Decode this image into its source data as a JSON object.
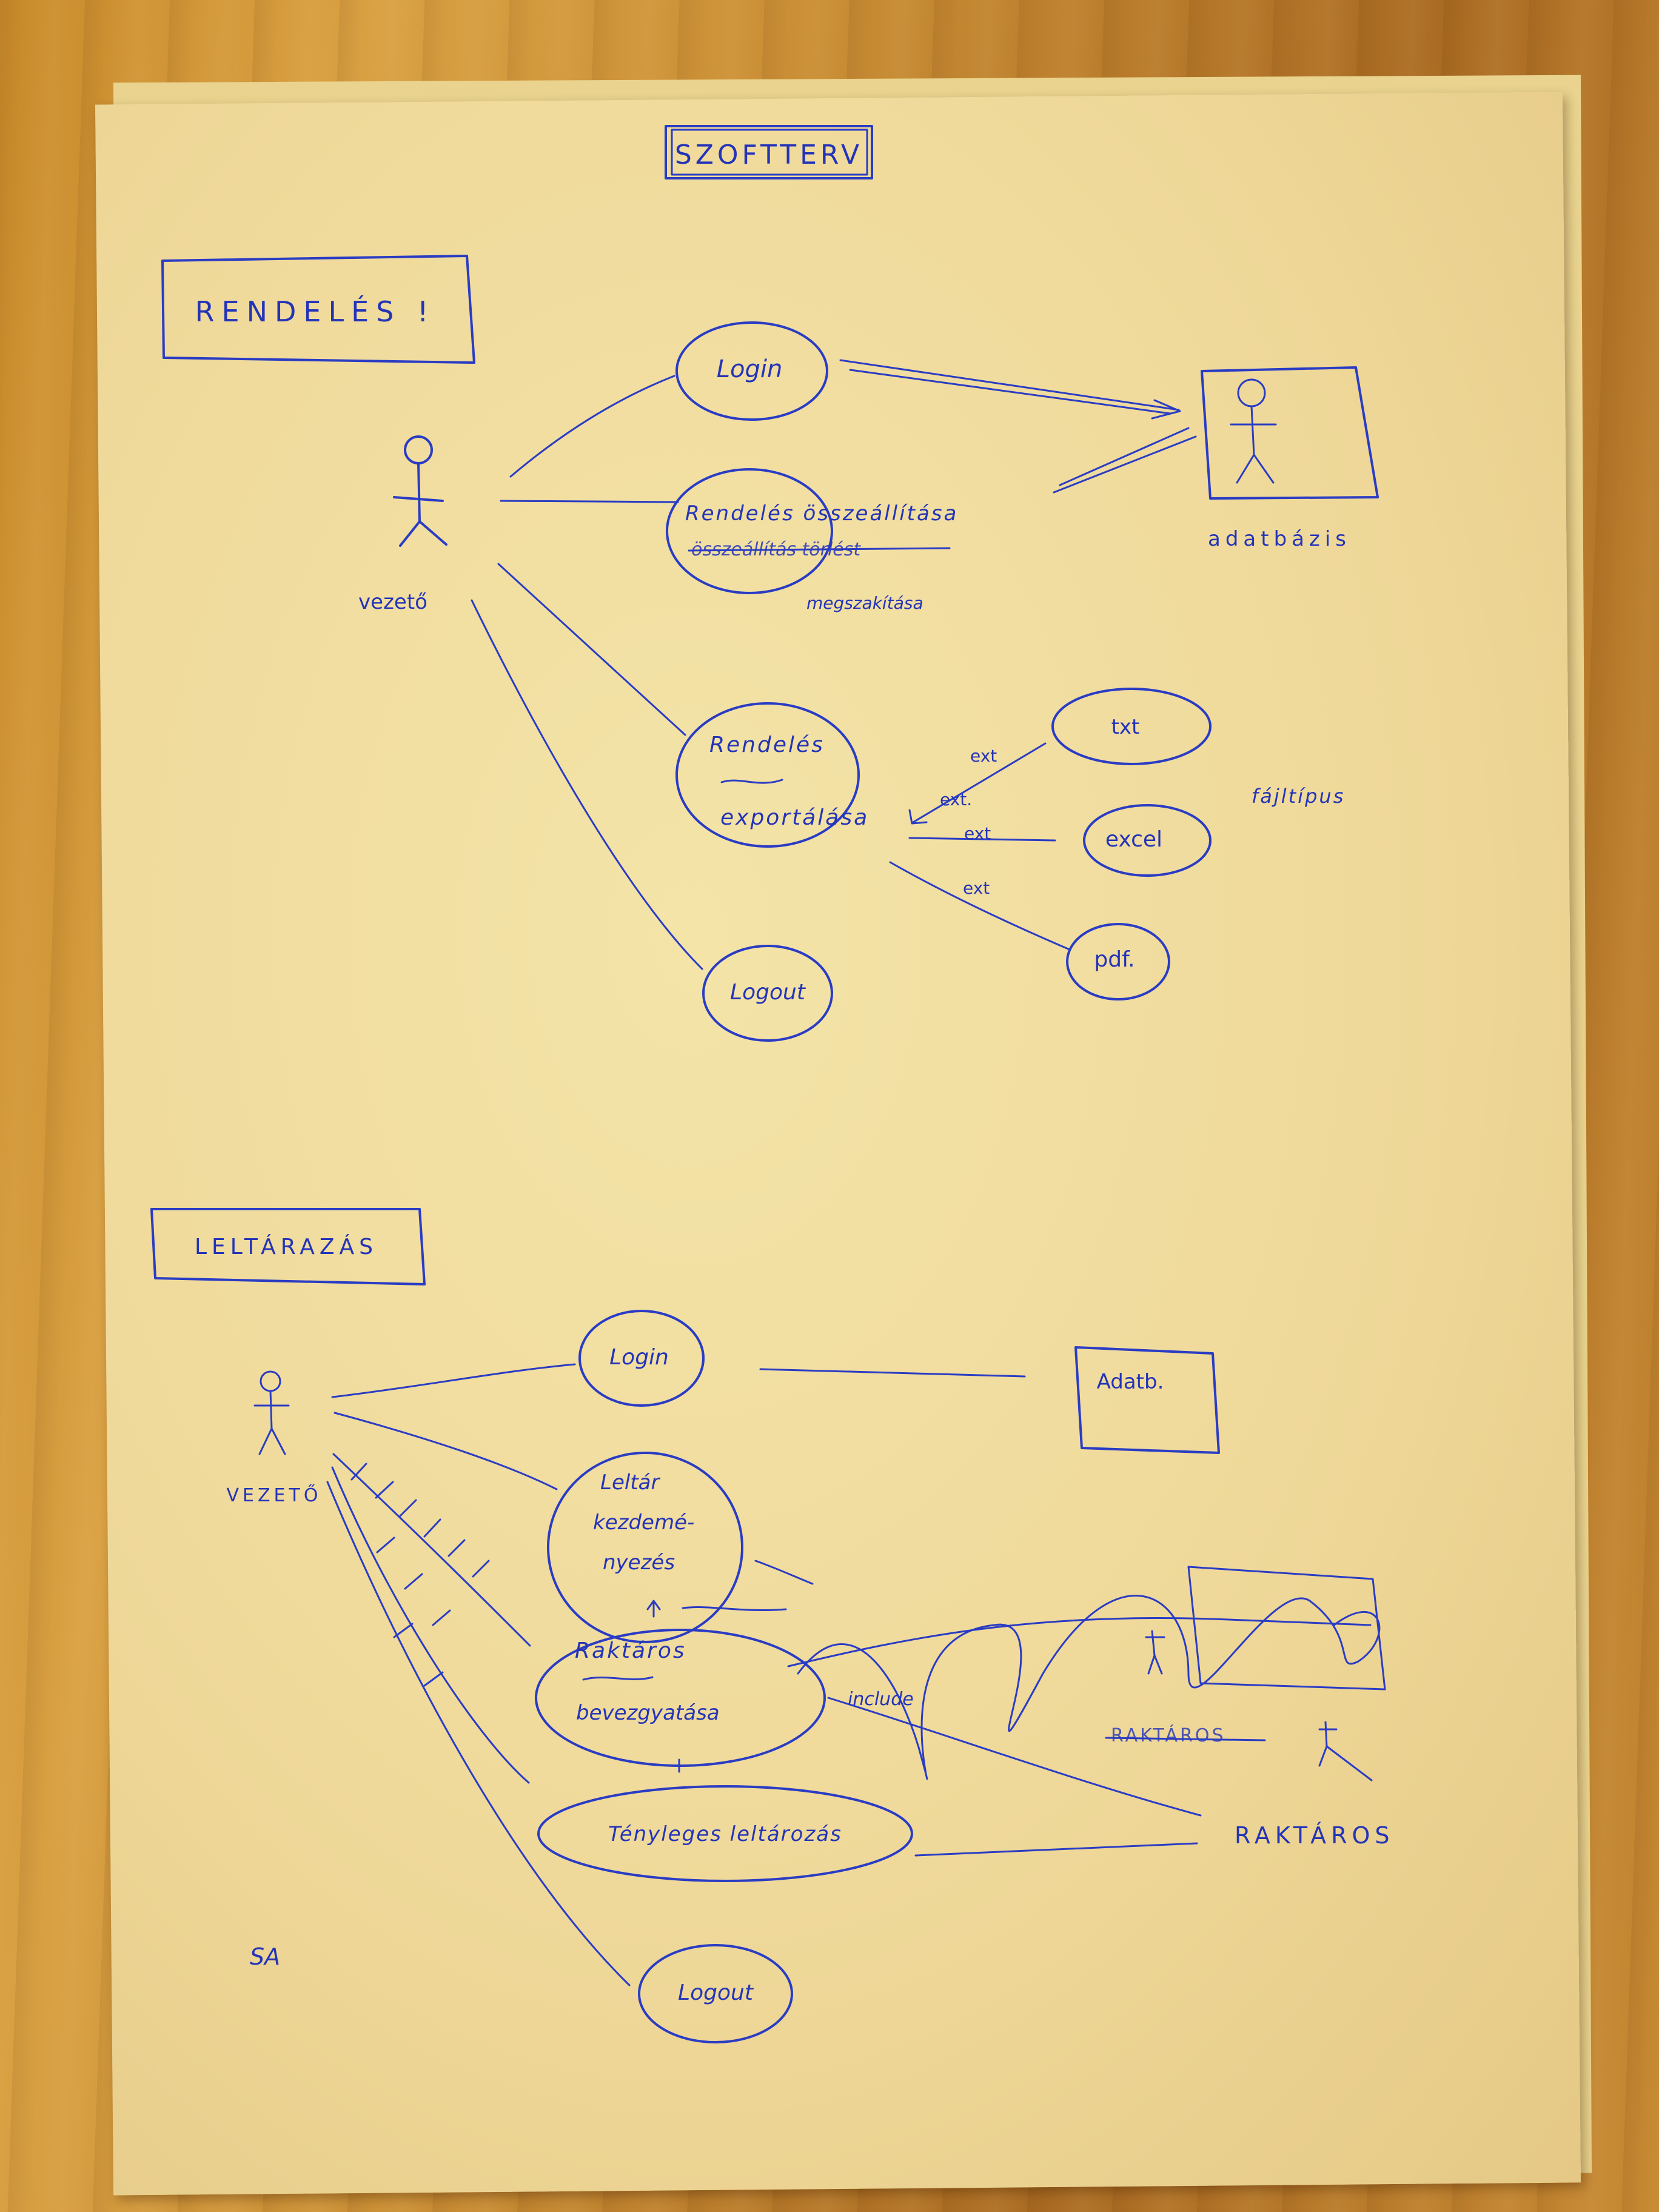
{
  "header": {
    "title": "SZOFTTERV"
  },
  "sections": {
    "rendeles": {
      "title": "RENDELÉS !",
      "actor": "vezető",
      "database": "adatbázis",
      "use_cases": {
        "login": "Login",
        "osszeallitas_line1": "Rendelés összeállítása",
        "osszeallitas_line2": "összeállítás törlést",
        "osszeallitas_line3": "megszakítása",
        "export_line1": "Rendelés",
        "export_line2": "exportálása",
        "logout": "Logout"
      },
      "formats": {
        "txt": "txt",
        "excel": "excel",
        "pdf": "pdf."
      },
      "ext_labels": [
        "ext",
        "ext.",
        "ext",
        "ext"
      ],
      "note": "fájltípus"
    },
    "leltarazas": {
      "title": "LELTÁRAZÁS",
      "actor": "VEZETŐ",
      "database": "Adatb.",
      "use_cases": {
        "login": "Login",
        "leltar_line1": "Leltár",
        "leltar_line2": "kezdemé-",
        "leltar_line3": "nyezés",
        "raktaros_line1": "Raktáros",
        "raktaros_line2": "bevezgyatása",
        "tenyleges": "Tényleges leltározás",
        "logout": "Logout"
      },
      "include_label": "include",
      "scribbled_actor": "RAKTÁROS",
      "actor2": "RAKTÁROS"
    },
    "signature": "SA"
  }
}
